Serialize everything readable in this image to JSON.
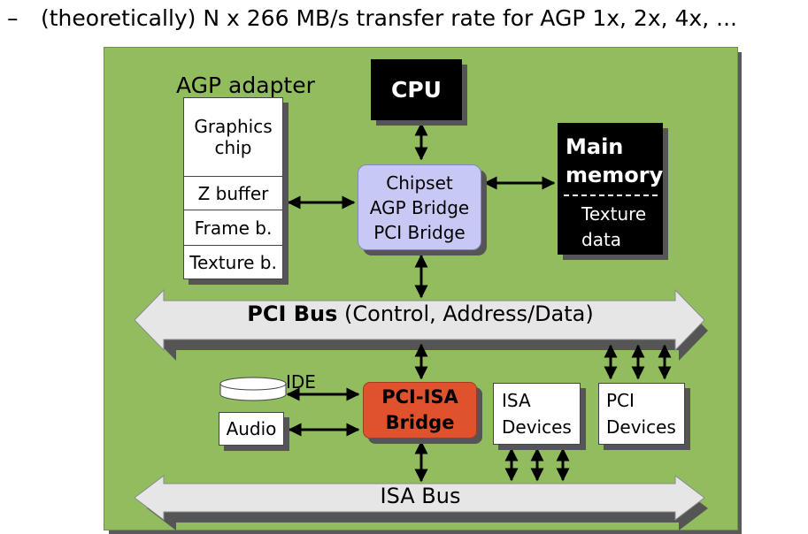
{
  "header": {
    "bullet": "–",
    "text": "(theoretically) N x 266 MB/s transfer rate for AGP 1x, 2x, 4x, ..."
  },
  "agp_adapter": {
    "title": "AGP adapter",
    "graphics_chip_line1": "Graphics",
    "graphics_chip_line2": "chip",
    "z_buffer": "Z buffer",
    "frame_buffer": "Frame b.",
    "texture_buffer": "Texture b."
  },
  "cpu": {
    "label": "CPU"
  },
  "chipset": {
    "line1": "Chipset",
    "line2": "AGP Bridge",
    "line3": "PCI Bridge"
  },
  "main_memory": {
    "line1": "Main",
    "line2": "memory",
    "line3": "Texture",
    "line4": "data"
  },
  "pci_bus": {
    "bold": "PCI Bus",
    "rest": " (Control, Address/Data)"
  },
  "pci_isa_bridge": {
    "line1": "PCI-ISA",
    "line2": "Bridge"
  },
  "ide": {
    "label": "IDE"
  },
  "audio": {
    "label": "Audio"
  },
  "isa_devices": {
    "line1": "ISA",
    "line2": "Devices"
  },
  "pci_devices": {
    "line1": "PCI",
    "line2": "Devices"
  },
  "isa_bus": {
    "label": "ISA Bus"
  },
  "colors": {
    "board": "#92bd5e",
    "chipset": "#c8c8f5",
    "pci_isa_bridge": "#e0512e",
    "bus": "#e6e6e6"
  }
}
